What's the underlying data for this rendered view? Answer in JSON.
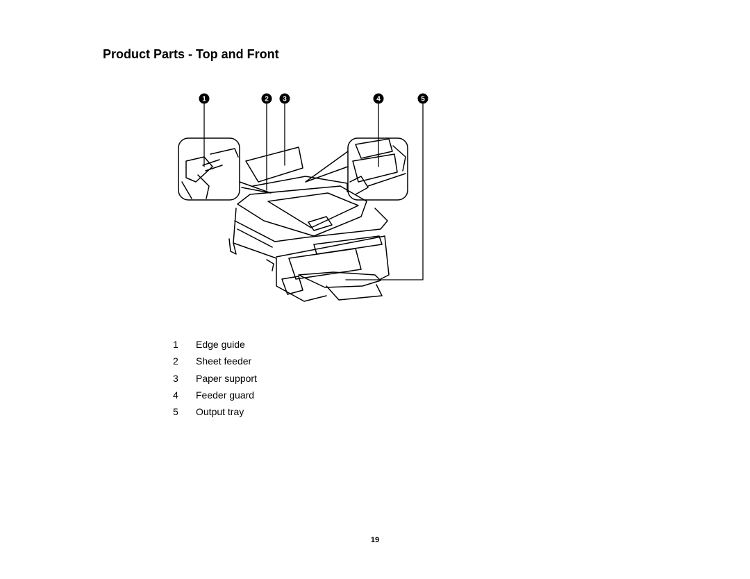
{
  "page": {
    "title": "Product Parts - Top and Front",
    "page_number": "19"
  },
  "callouts": [
    "1",
    "2",
    "3",
    "4",
    "5"
  ],
  "legend": [
    {
      "number": "1",
      "label": "Edge guide"
    },
    {
      "number": "2",
      "label": "Sheet feeder"
    },
    {
      "number": "3",
      "label": "Paper support"
    },
    {
      "number": "4",
      "label": "Feeder guard"
    },
    {
      "number": "5",
      "label": "Output tray"
    }
  ]
}
